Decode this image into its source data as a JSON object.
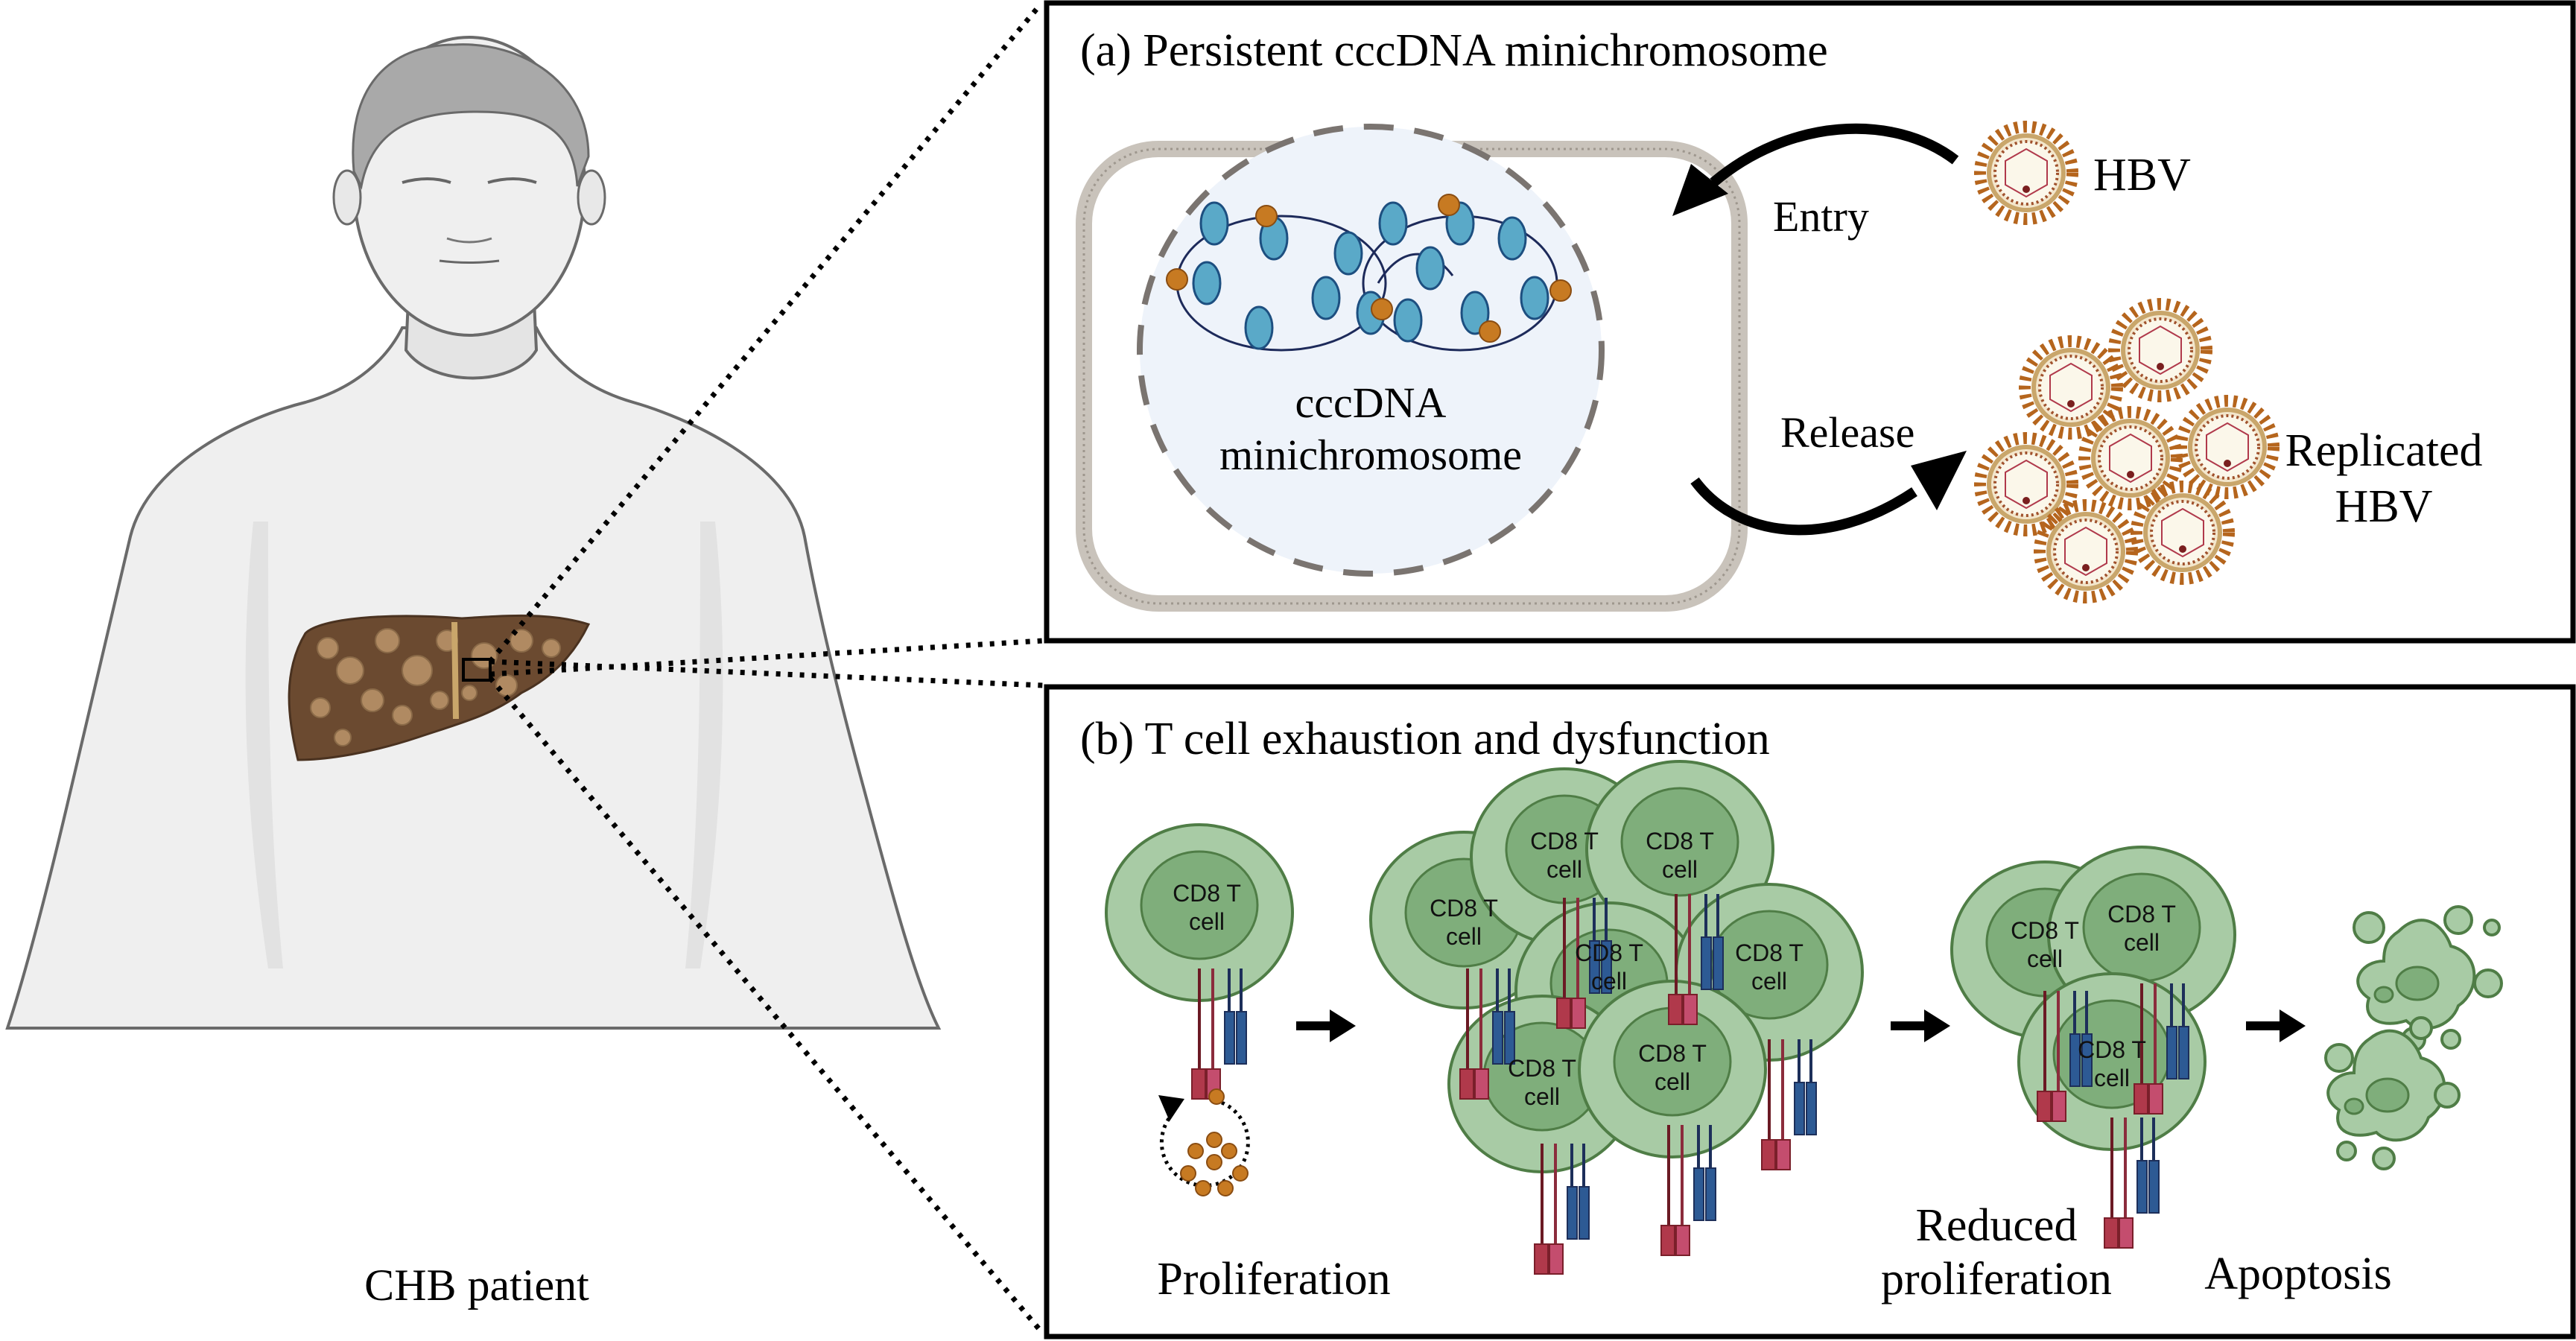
{
  "figure": {
    "patient_label": "CHB patient",
    "colors": {
      "liver": "#6b4a30",
      "liver_nodule": "#b08a62",
      "tcell_outer": "#a8cba5",
      "tcell_inner": "#7fae7b",
      "tcell_border": "#4f7d46",
      "nucleosome": "#5aa9c8",
      "cytokine": "#c77a22",
      "virus_spike_a": "#b5651d",
      "virus_spike_b": "#8b2c2c",
      "receptor_red": "#b0394b",
      "receptor_blue": "#2d5a94",
      "nucleus_fill": "#eef3fa",
      "membrane": "#bdb7b0"
    }
  },
  "panel_a": {
    "title": "(a) Persistent cccDNA minichromosome",
    "nucleus_label_line1": "cccDNA",
    "nucleus_label_line2": "minichromosome",
    "entry_label": "Entry",
    "release_label": "Release",
    "hbv_label": "HBV",
    "replicated_label_line1": "Replicated",
    "replicated_label_line2": "HBV"
  },
  "panel_b": {
    "title": "(b) T cell exhaustion and dysfunction",
    "cell_label_line1": "CD8 T",
    "cell_label_line2": "cell",
    "stages": [
      {
        "label_line1": "Proliferation",
        "label_line2": ""
      },
      {
        "label_line1": "Reduced",
        "label_line2": "proliferation"
      },
      {
        "label_line1": "Apoptosis",
        "label_line2": ""
      }
    ]
  }
}
